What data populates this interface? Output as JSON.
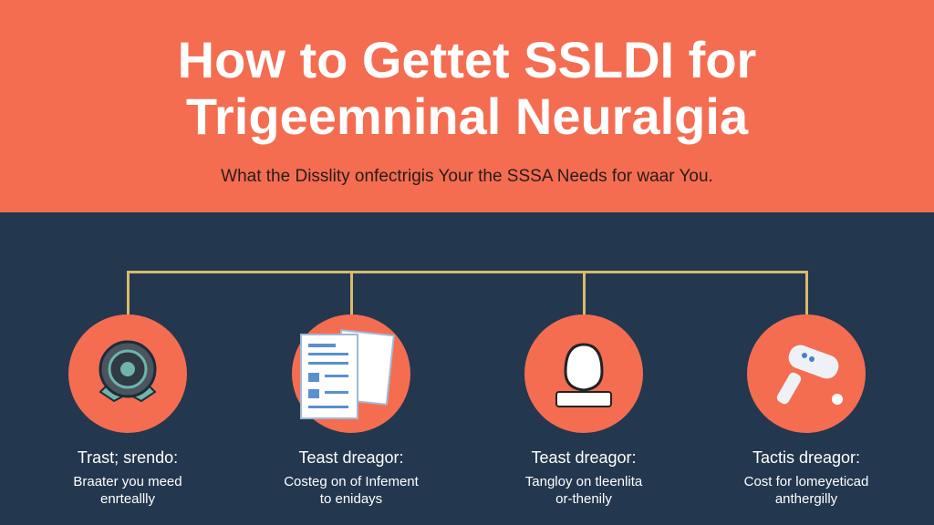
{
  "header": {
    "title_line1": "How to Gettet SSLDI for",
    "title_line2": "Trigeemninal Neuralgia",
    "subtitle": "What the Disslity onfectrigis Your the SSSA Needs for waar You."
  },
  "colors": {
    "header_bg": "#f46d51",
    "body_bg": "#23374f",
    "connector": "#d9b96b"
  },
  "steps": [
    {
      "icon": "badge-icon",
      "title": "Trast; srendo:",
      "line1": "Braater you meed",
      "line2": "enrteallly"
    },
    {
      "icon": "documents-icon",
      "title": "Teast dreagor:",
      "line1": "Costeg on of Infement",
      "line2": "to enidays"
    },
    {
      "icon": "head-icon",
      "title": "Teast dreagor:",
      "line1": "Tangloy on tleenlita",
      "line2": "or-thenily"
    },
    {
      "icon": "device-icon",
      "title": "Tactis dreagor:",
      "line1": "Cost for lomeyeticad",
      "line2": "anthergilly"
    }
  ]
}
